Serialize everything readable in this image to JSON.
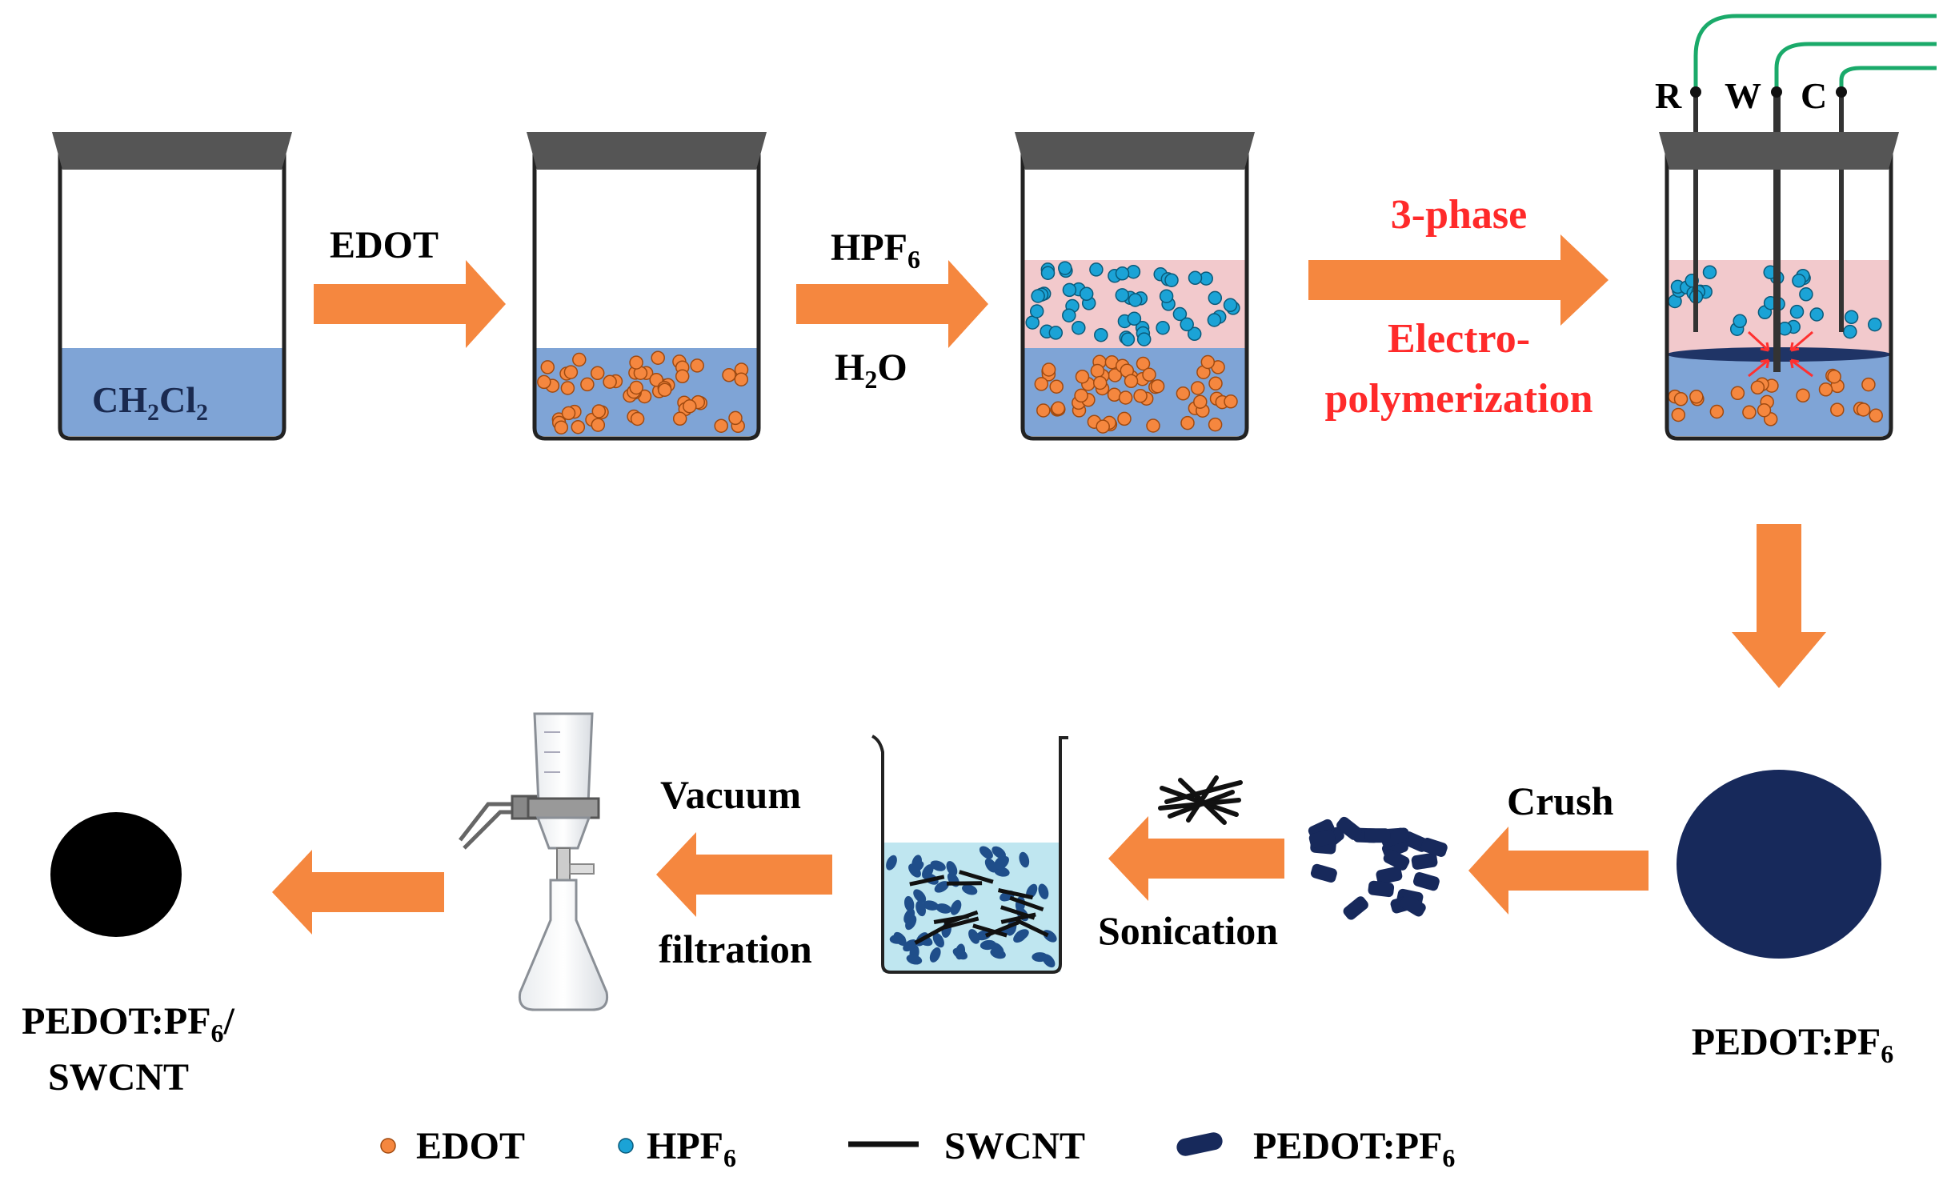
{
  "colors": {
    "arrow": "#f5873f",
    "red_label": "#ff2a2a",
    "organic_phase": "#7fa4d6",
    "aqueous_phase": "#f2c9cc",
    "edot_particle": "#f5873f",
    "hpf6_particle": "#1ba3d6",
    "pedot": "#17295b",
    "swcnt": "#111111",
    "lid": "#555555",
    "wire": "#1aaa6a",
    "suspension": "#bfe6f0"
  },
  "steps": {
    "edot_arrow": {
      "label": "EDOT"
    },
    "hpf6_arrow": {
      "label_top": "HPF",
      "label_top_sub": "6",
      "label_bottom_pre": "H",
      "label_bottom_sub": "2",
      "label_bottom_post": "O"
    },
    "electro_arrow": {
      "line1": "3-phase",
      "line2": "Electro-",
      "line3": "polymerization"
    },
    "crush_arrow": {
      "label": "Crush"
    },
    "sonication_arrow": {
      "label": "Sonication"
    },
    "vacuum_arrow": {
      "line1": "Vacuum",
      "line2": "filtration"
    }
  },
  "beaker1": {
    "solvent_pre": "CH",
    "solvent_sub1": "2",
    "solvent_mid": "Cl",
    "solvent_sub2": "2"
  },
  "electrodes": {
    "ref": "R",
    "work": "W",
    "counter": "C"
  },
  "products": {
    "pedot_pf6": {
      "pre": "PEDOT:PF",
      "sub": "6"
    },
    "composite": {
      "line1_pre": "PEDOT:PF",
      "line1_sub": "6",
      "line1_post": "/",
      "line2": "SWCNT"
    }
  },
  "legend": [
    {
      "icon": "edot-dot-icon",
      "pre": "EDOT",
      "sub": ""
    },
    {
      "icon": "hpf6-dot-icon",
      "pre": "HPF",
      "sub": "6"
    },
    {
      "icon": "swcnt-line-icon",
      "pre": "SWCNT",
      "sub": ""
    },
    {
      "icon": "pedot-flake-icon",
      "pre": "PEDOT:PF",
      "sub": "6"
    }
  ]
}
